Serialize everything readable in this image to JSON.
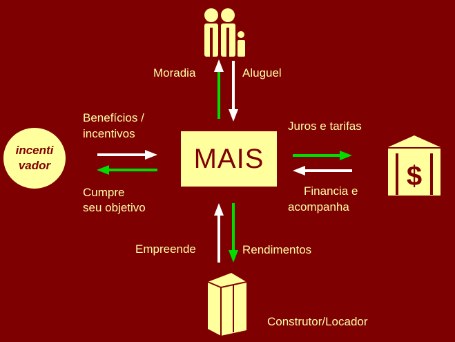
{
  "center": {
    "label": "MAIS"
  },
  "left_node": {
    "label": "incenti\nvador"
  },
  "labels": {
    "top_left": "Moradia",
    "top_right": "Aluguel",
    "left_top_1": "Benefícios /",
    "left_top_2": "incentivos",
    "left_bottom_1": "Cumpre",
    "left_bottom_2": "seu objetivo",
    "right_top": "Juros e tarifas",
    "right_bottom_1": "Financia e",
    "right_bottom_2": "acompanha",
    "bottom_left": "Empreende",
    "bottom_right": "Rendimentos",
    "bottom_node": "Construtor/Locador"
  },
  "icons": {
    "top": "people-icon",
    "right": "bank-icon",
    "bottom": "building-icon"
  },
  "colors": {
    "background": "#7f0000",
    "shape": "#ffff9e",
    "text": "#ffffa8",
    "arrow_green": "#00dd00",
    "arrow_white": "#ffffff"
  }
}
